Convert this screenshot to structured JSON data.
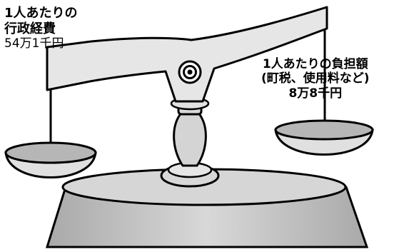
{
  "left_pan": {
    "line1": "1人あたりの",
    "line2": "行政経費",
    "amount": "54万1千円"
  },
  "right_pan": {
    "line1": "1人あたりの負担額",
    "line2": "(町税、使用料など)",
    "amount": "8万8千円"
  },
  "colors": {
    "fill": "#dcdcdc",
    "fill_dark": "#bdbdbd",
    "outline": "#000000",
    "background": "#ffffff"
  }
}
